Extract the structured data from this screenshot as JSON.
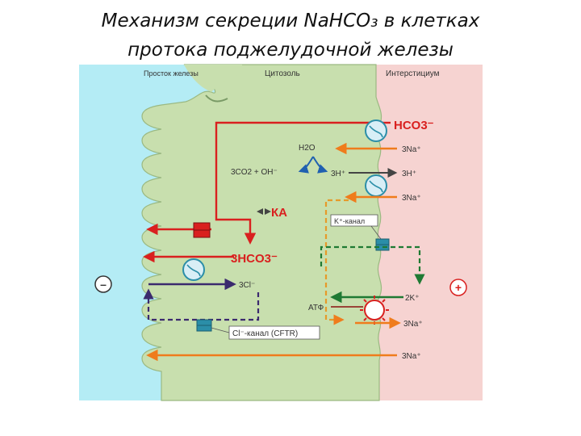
{
  "title": {
    "line1": "Механизм секреции NaHCO₃ в клетках",
    "line2": "протока поджелудочной железы"
  },
  "regions": {
    "lumen": "Просток железы",
    "cytosol": "Цитозоль",
    "interstitium": "Интерстициум"
  },
  "labels": {
    "hco3_right": "HCO3⁻",
    "h2o": "H2O",
    "co2_oh": "3CO2 + OH⁻",
    "h_left": "3H⁺",
    "h_right": "3H⁺",
    "na_top": "3Na⁺",
    "na_mid": "3Na⁺",
    "ka": "КА",
    "k_channel": "K⁺-канал",
    "hco3_left": "3HCO3⁻",
    "cl": "3Cl⁻",
    "k_pump": "2K⁺",
    "atp": "АТФ",
    "na_pump": "3Na⁺",
    "cftr": "Cl⁻-канал (CFTR)",
    "na_bottom": "3Na⁺",
    "minus": "–",
    "plus": "+"
  },
  "colors": {
    "lumen": "#b4ecf5",
    "cytosol": "#c8dfae",
    "interstitium": "#f6d3d1",
    "red": "#d9201f",
    "orange": "#ef7c1c",
    "darkgreen": "#1f7a33",
    "purple": "#3b2a6e",
    "teal": "#2b8ea8",
    "dashed_orange": "#e69a2a"
  }
}
